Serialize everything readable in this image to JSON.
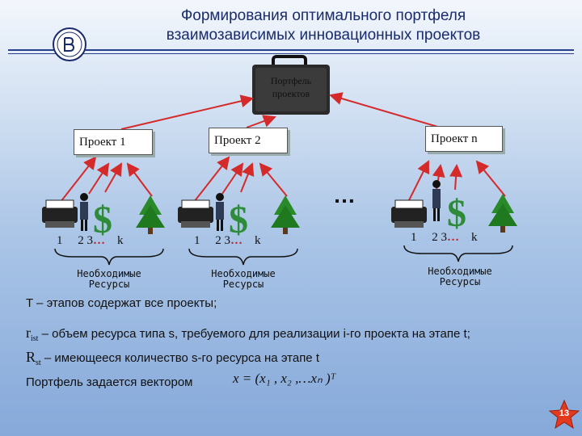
{
  "header": {
    "title_line1": "Формирования оптимального портфеля",
    "title_line2": "взаимозависимых инновационных проектов"
  },
  "briefcase": {
    "label_line1": "Портфель",
    "label_line2": "проектов"
  },
  "projects": [
    {
      "label": "Проект 1",
      "indices": {
        "a": "1",
        "b": "2  3",
        "dots": "…",
        "k": "k"
      },
      "resources_line1": "Необходимые",
      "resources_line2": "Ресурсы"
    },
    {
      "label": "Проект 2",
      "indices": {
        "a": "1",
        "b": "2  3",
        "dots": "…",
        "k": "k"
      },
      "resources_line1": "Необходимые",
      "resources_line2": "Ресурсы"
    },
    {
      "label": "Проект n",
      "indices": {
        "a": "1",
        "b": "2  3",
        "dots": "…",
        "k": "k"
      },
      "resources_line1": "Необходимые",
      "resources_line2": "Ресурсы"
    }
  ],
  "ellipsis": "…",
  "definitions": {
    "stages": "T – этапов содержат все проекты;",
    "r_symbol": "r",
    "r_sub": "ist",
    "r_text": "– объем ресурса типа s, требуемого для реализации i-го проекта на этапе t;",
    "R_symbol": "R",
    "R_sub": "st",
    "R_text": "– имеющееся количество s-го ресурса на этапе t",
    "portfolio": "Портфель задается вектором",
    "formula": "x = (x₁ , x₂ ,…xₙ )ᵀ"
  },
  "page_number": "13",
  "colors": {
    "arrow": "#d42a2a",
    "title": "#1a2b6b",
    "rule": "#27408b",
    "badge": "#e23a1e"
  }
}
